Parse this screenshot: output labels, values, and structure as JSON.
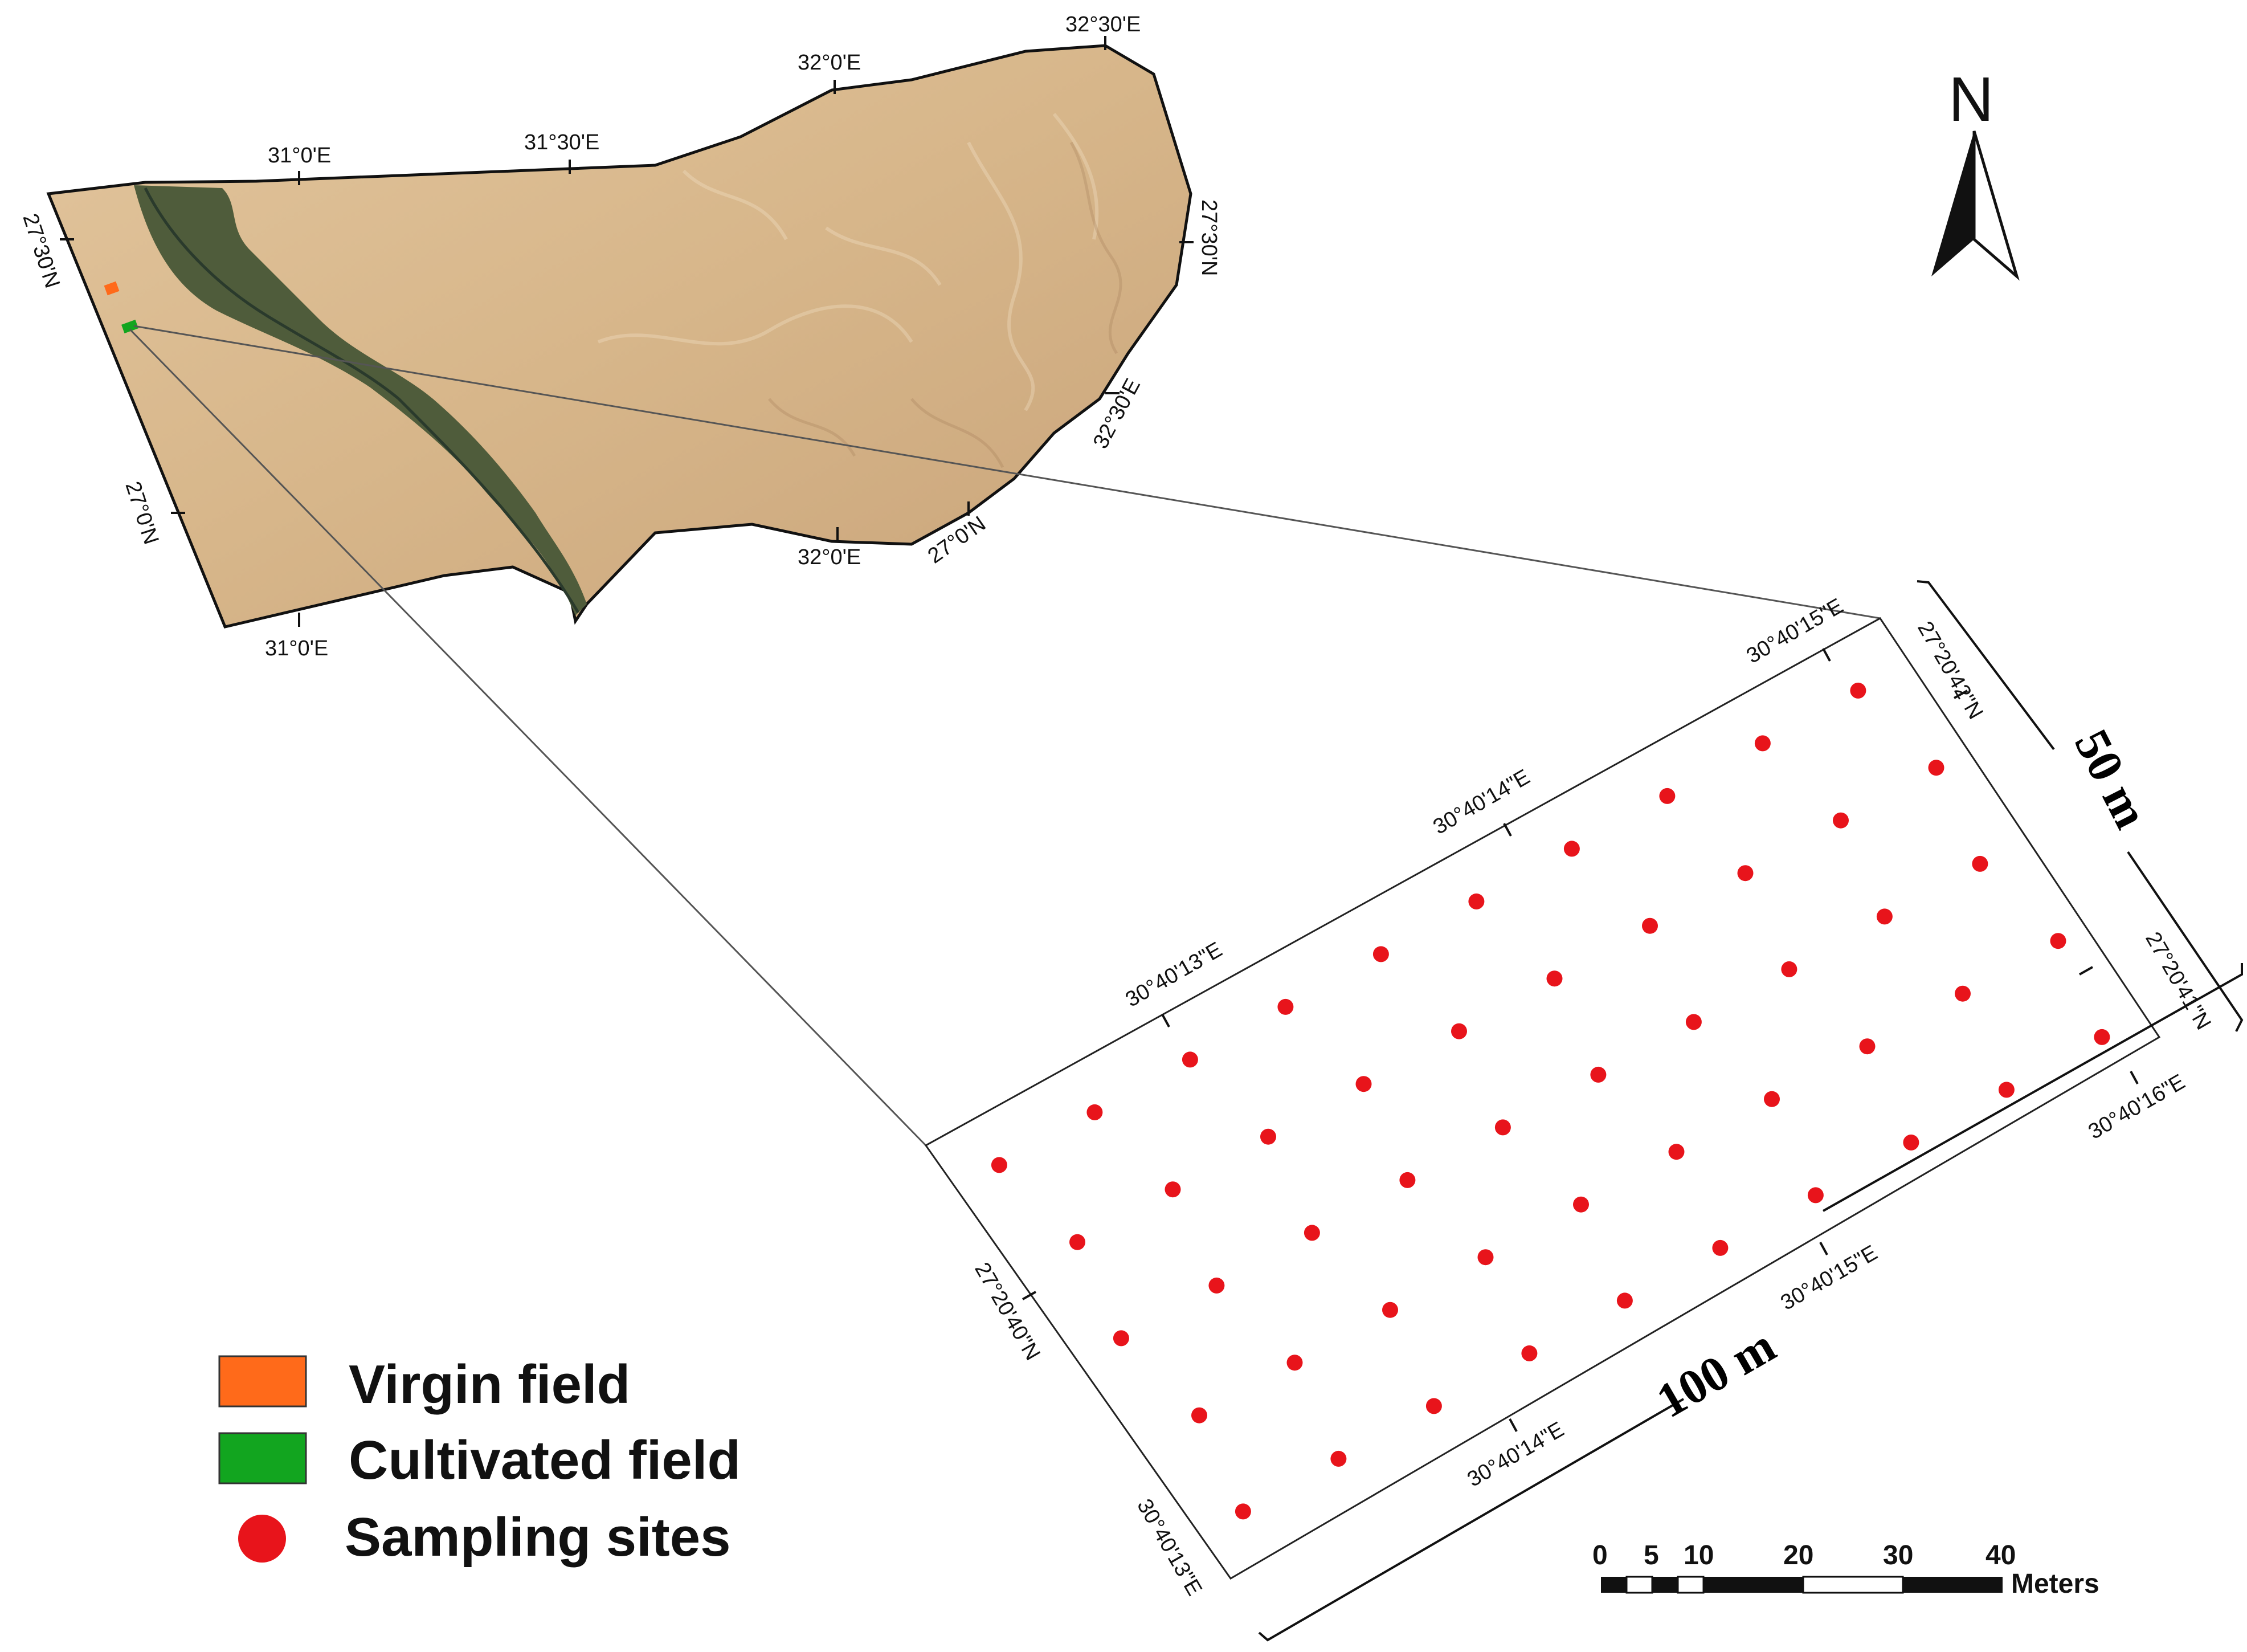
{
  "north_arrow": {
    "label": "N"
  },
  "region_map": {
    "colors": {
      "desert": "#d9b98f",
      "valley": "#4d5a3a",
      "border": "#111111"
    },
    "top_labels": [
      "31°0'E",
      "31°30'E",
      "32°0'E",
      "32°30'E"
    ],
    "bottom_labels": [
      "31°0'E",
      "32°0'E",
      "27°0'N"
    ],
    "left_labels": [
      "27°30'N",
      "27°0'N"
    ],
    "right_labels": [
      "27°30'N",
      "32°30'E"
    ]
  },
  "field_map": {
    "top_labels": [
      "30°40'13\"E",
      "30°40'14\"E",
      "30°40'15\"E"
    ],
    "bottom_labels": [
      "30°40'14\"E",
      "30°40'15\"E",
      "30°40'16\"E"
    ],
    "left_labels": [
      "27°20'40\"N",
      "30°40'13\"E"
    ],
    "right_labels": [
      "27°20'42\"N",
      "27°20'41\"N"
    ],
    "width_label": "50 m",
    "length_label": "100 m",
    "point_color": "#e8141b",
    "grid_rows": 5,
    "grid_cols": 10,
    "sampling_count": 50
  },
  "legend": {
    "items": [
      {
        "label": "Virgin field",
        "color": "#ff6a1a",
        "shape": "rect"
      },
      {
        "label": "Cultivated field",
        "color": "#12a51f",
        "shape": "rect"
      },
      {
        "label": "Sampling sites",
        "color": "#e8141b",
        "shape": "circle"
      }
    ]
  },
  "scale_bar": {
    "ticks": [
      "0",
      "5",
      "10",
      "20",
      "30",
      "40"
    ],
    "unit": "Meters"
  }
}
